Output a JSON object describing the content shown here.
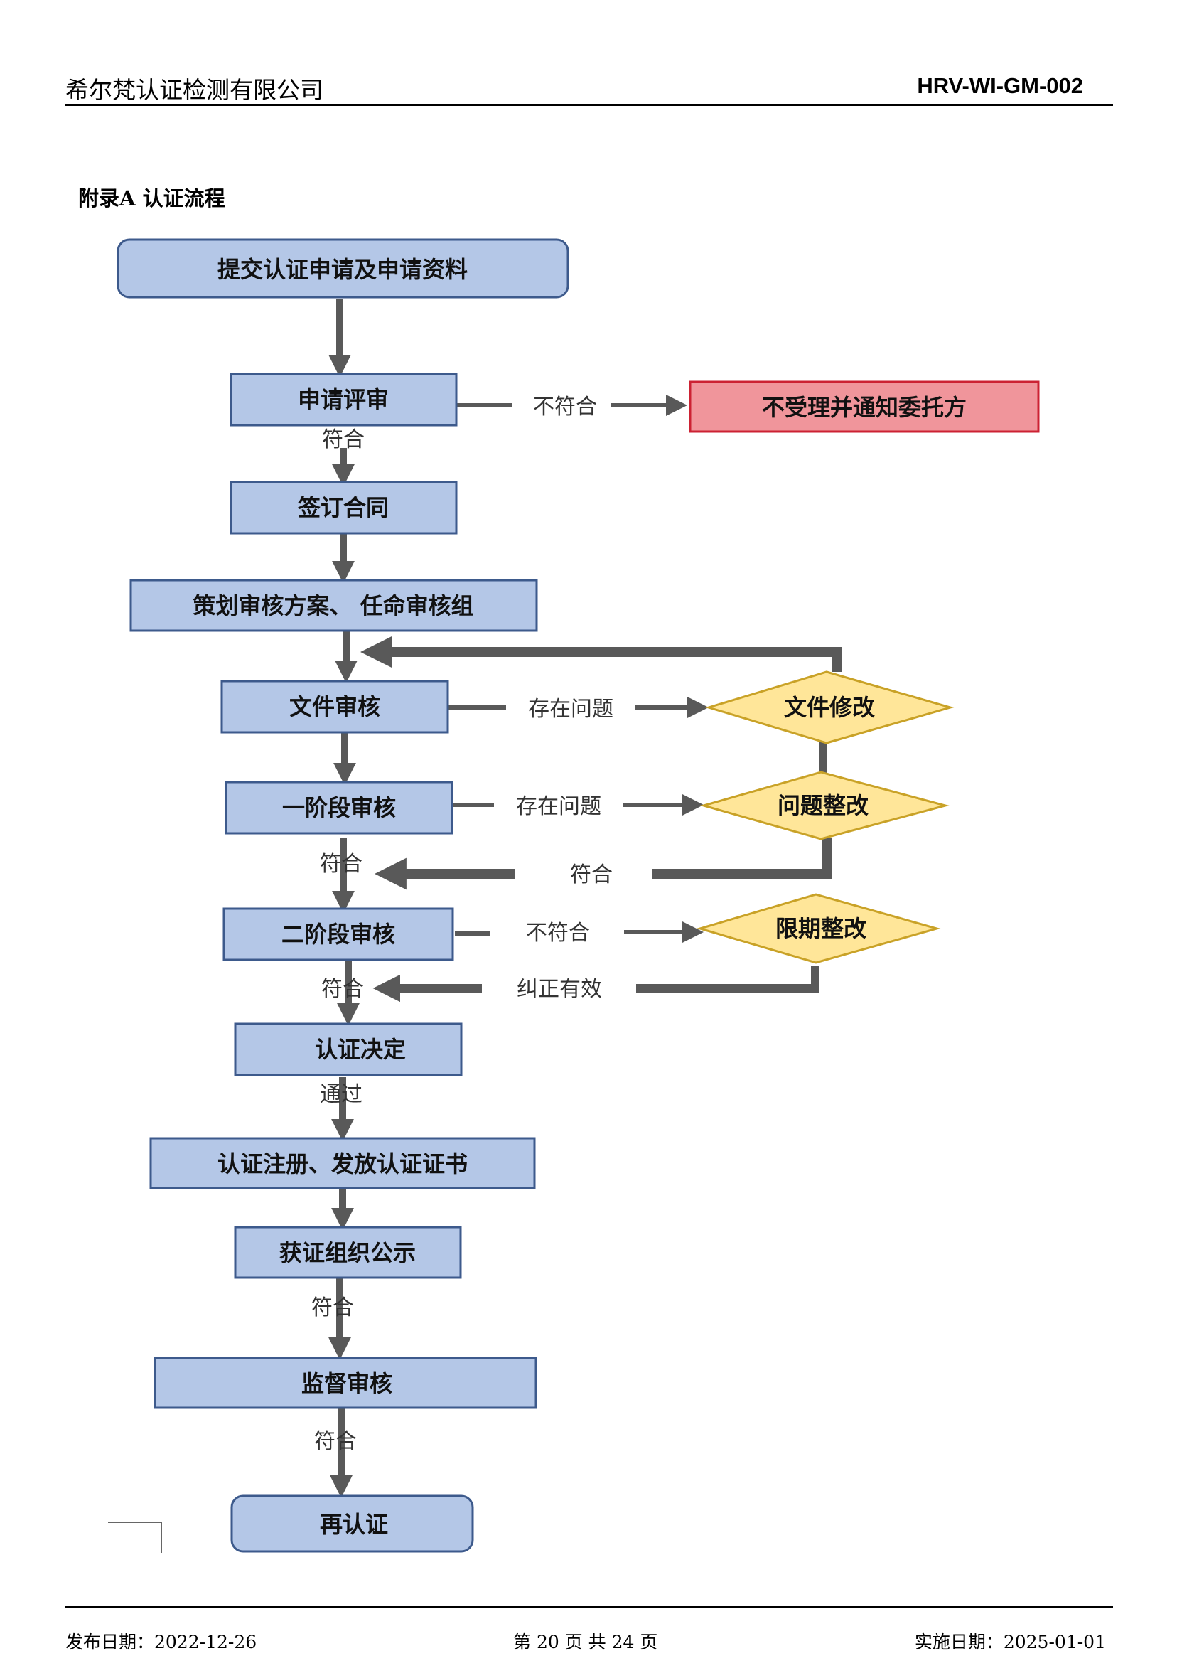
{
  "header": {
    "company": "希尔梵认证检测有限公司",
    "code": "HRV-WI-GM-002"
  },
  "appendix_title": "附录A 认证流程",
  "flow": {
    "submit": "提交认证申请及申请资料",
    "app_review": "申请评审",
    "reject": "不受理并通知委托方",
    "contract": "签订合同",
    "plan": "策划审核方案、 任命审核组",
    "doc_review": "文件审核",
    "doc_modify": "文件修改",
    "stage1": "一阶段审核",
    "rectify": "问题整改",
    "stage2": "二阶段审核",
    "deadline_rectify": "限期整改",
    "decision": "认证决定",
    "register": "认证注册、发放认证证书",
    "publicize": "获证组织公示",
    "surveillance": "监督审核",
    "recert": "再认证"
  },
  "labels": {
    "not_conform": "不符合",
    "conform": "符合",
    "has_issue": "存在问题",
    "corrected": "纠正有效",
    "pass": "通过"
  },
  "footer": {
    "issue_date": "发布日期：2022-12-26",
    "page": "第 20 页 共 24 页",
    "effective_date": "实施日期：2025-01-01"
  },
  "colors": {
    "box_fill": "#b4c7e7",
    "box_stroke": "#3d5a8c",
    "reject_fill": "#f0959b",
    "reject_stroke": "#cc2233",
    "diamond_fill": "#ffe699",
    "diamond_stroke": "#c9a227",
    "arrow": "#595959"
  }
}
